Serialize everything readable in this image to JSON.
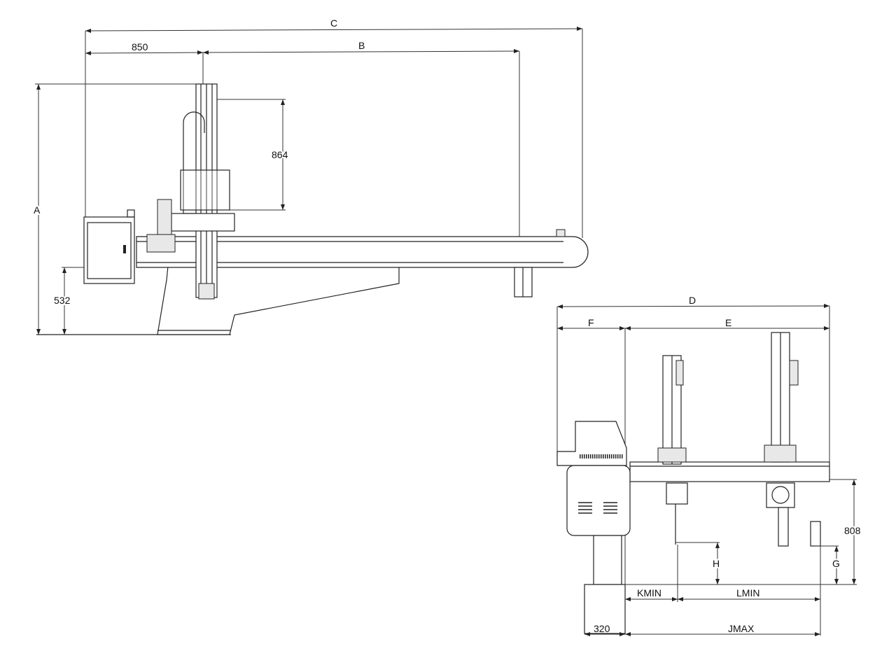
{
  "side_view": {
    "dimensions": {
      "C": "C",
      "d850": "850",
      "B": "B",
      "d864": "864",
      "A": "A",
      "d532": "532"
    }
  },
  "front_view": {
    "dimensions": {
      "D": "D",
      "F": "F",
      "E": "E",
      "d808": "808",
      "H": "H",
      "G": "G",
      "KMIN": "KMIN",
      "LMIN": "LMIN",
      "d320": "320",
      "JMAX": "JMAX"
    }
  }
}
